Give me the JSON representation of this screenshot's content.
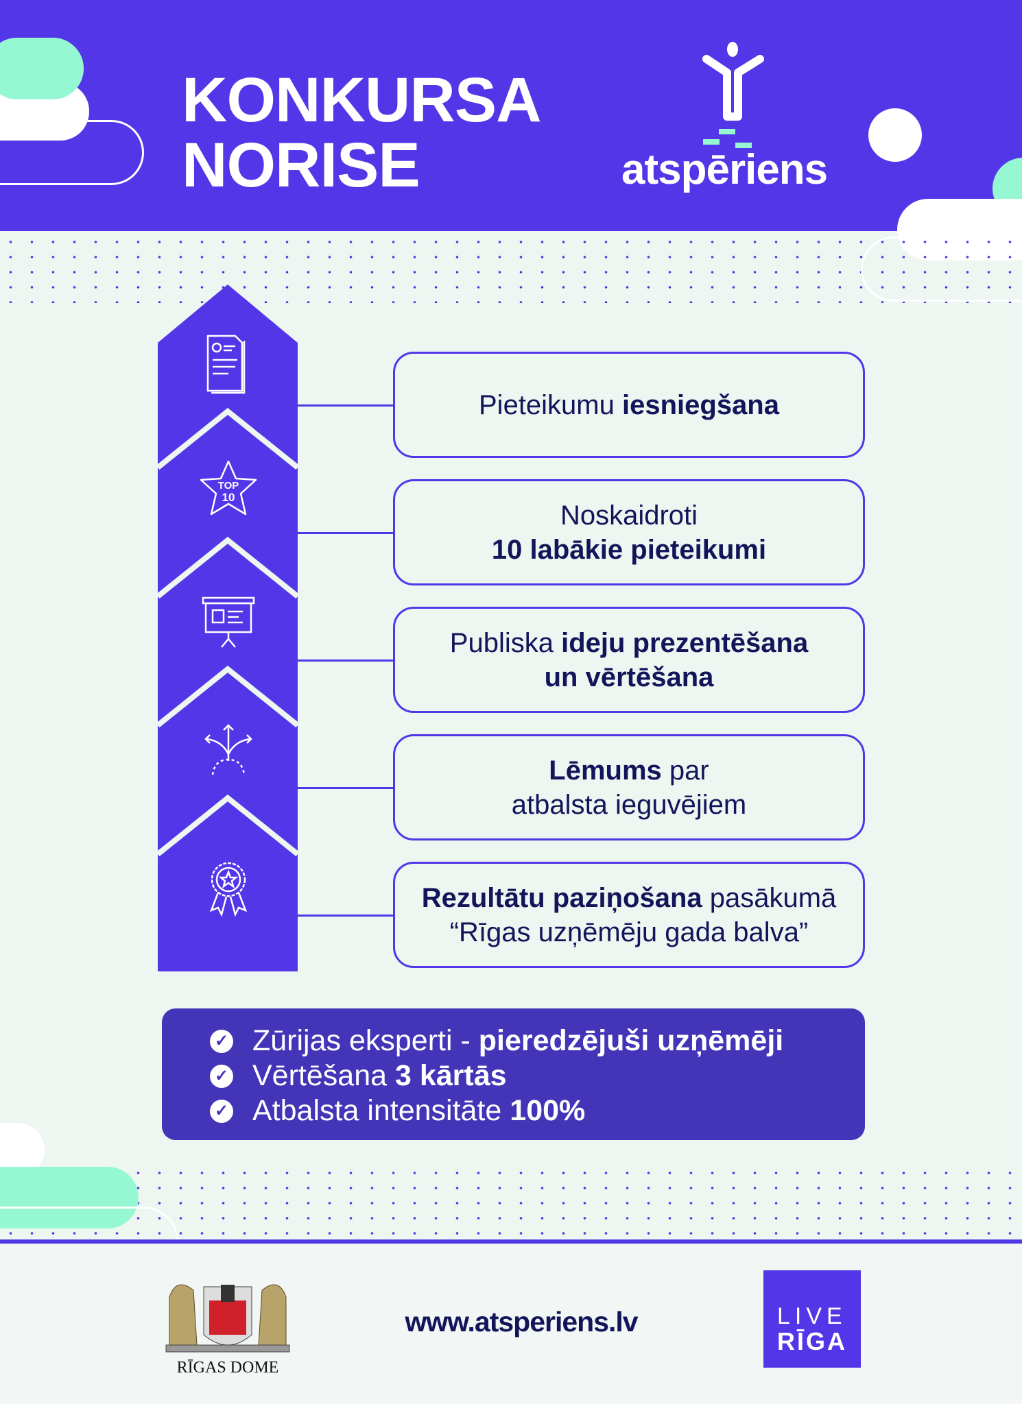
{
  "header": {
    "title_line1": "KONKURSA",
    "title_line2": "NORISE",
    "logo_text": "atspēriens"
  },
  "steps": [
    {
      "normal1": "Pieteikumu ",
      "bold1": "iesniegšana",
      "icon": "document-profile-icon"
    },
    {
      "normal1": "Noskaidroti",
      "bold2": "10 labākie pieteikumi",
      "icon": "top10-star-icon",
      "top_label": "TOP",
      "ten_label": "10"
    },
    {
      "normal1": "Publiska ",
      "bold1": "ideju prezentēšana",
      "bold2": "un vērtēšana",
      "icon": "presentation-board-icon"
    },
    {
      "bold1": "Lēmums",
      "normal1": " par",
      "normal2": "atbalsta ieguvējiem",
      "icon": "decision-arrows-icon"
    },
    {
      "bold1": "Rezultātu paziņošana",
      "normal1": " pasākumā",
      "normal2": "“Rīgas uzņēmēju gada balva”",
      "icon": "award-ribbon-icon"
    }
  ],
  "info": [
    {
      "normal": "Zūrijas eksperti - ",
      "bold": "pieredzējuši uzņēmēji"
    },
    {
      "normal": "Vērtēšana ",
      "bold": "3 kārtās"
    },
    {
      "normal": "Atbalsta intensitāte ",
      "bold": "100%"
    }
  ],
  "footer": {
    "riga_dome": "RĪGAS DOME",
    "url": "www.atsperiens.lv",
    "live": "LIVE",
    "riga": "RĪGA"
  },
  "colors": {
    "primary": "#5236e8",
    "info_bg": "#4434b8",
    "mint": "#96f7d3",
    "text_dark": "#14145a"
  }
}
